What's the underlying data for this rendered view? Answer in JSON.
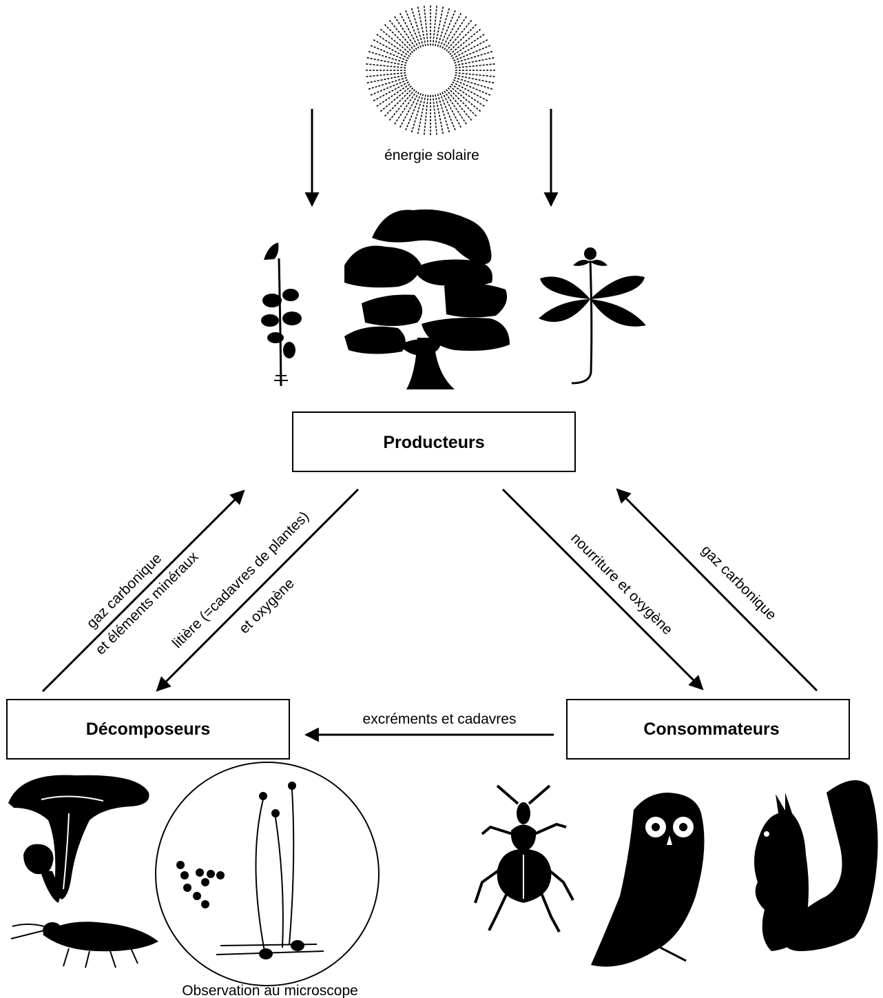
{
  "sun": {
    "label": "énergie solaire",
    "icon": "sun-icon"
  },
  "boxes": {
    "producers": "Producteurs",
    "decomposers": "Décomposeurs",
    "consumers": "Consommateurs"
  },
  "flows": {
    "decomposers_to_producers_line1": "gaz carbonique",
    "decomposers_to_producers_line2": "et éléments minéraux",
    "producers_to_decomposers_line1": "litière (=cadavres de plantes)",
    "producers_to_decomposers_line2": "et oxygène",
    "producers_to_consumers": "nourriture et oxygène",
    "consumers_to_producers": "gaz carbonique",
    "consumers_to_decomposers": "excréments et cadavres"
  },
  "microscope_caption": "Observation au microscope",
  "illustrations": {
    "producers": [
      "moss-icon",
      "tree-icon",
      "herb-icon"
    ],
    "decomposers": [
      "mushroom-icon",
      "springtail-icon",
      "microscope-fungi-icon"
    ],
    "consumers": [
      "beetle-icon",
      "owl-icon",
      "squirrel-icon"
    ]
  }
}
